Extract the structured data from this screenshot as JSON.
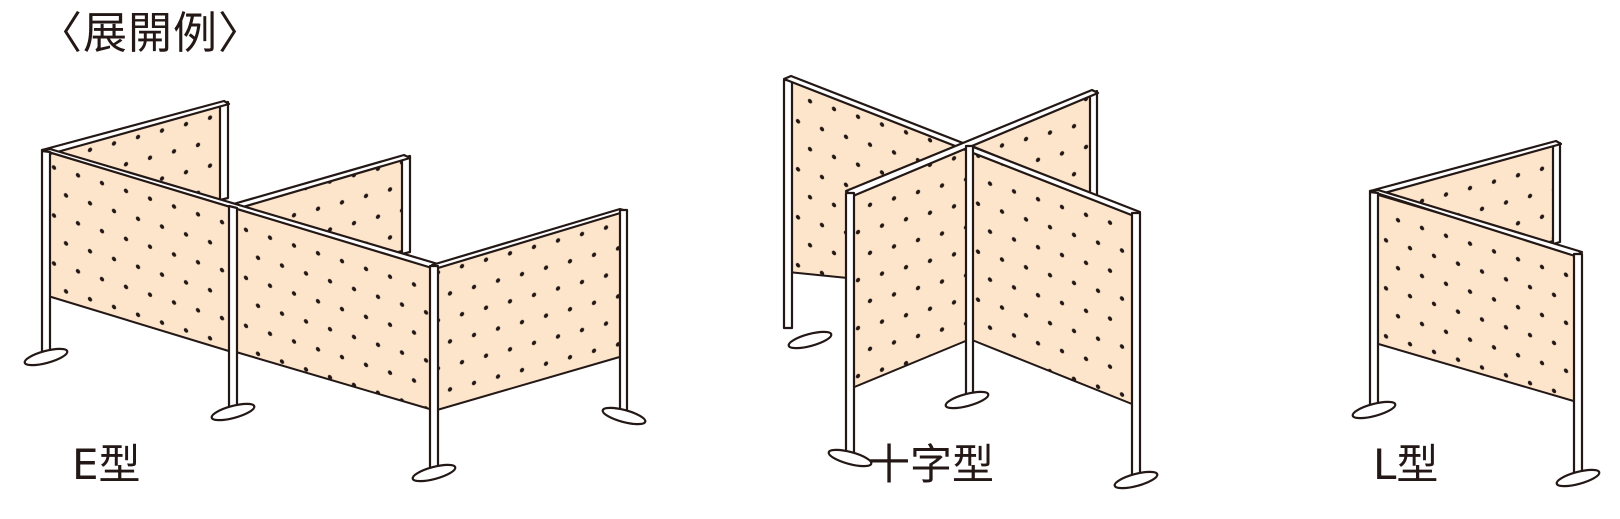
{
  "heading": "〈展開例〉",
  "colors": {
    "panel_fill": "#FDE5CC",
    "line": "#231815",
    "frame": "#FFFFFF",
    "dot": "#231815"
  },
  "examples": [
    {
      "id": "e",
      "label": "E型",
      "description": "E-shaped layout of perforated partition panels"
    },
    {
      "id": "cross",
      "label": "十字型",
      "description": "Cross-shaped layout of perforated partition panels"
    },
    {
      "id": "l",
      "label": "L型",
      "description": "L-shaped layout of perforated partition panels"
    }
  ]
}
